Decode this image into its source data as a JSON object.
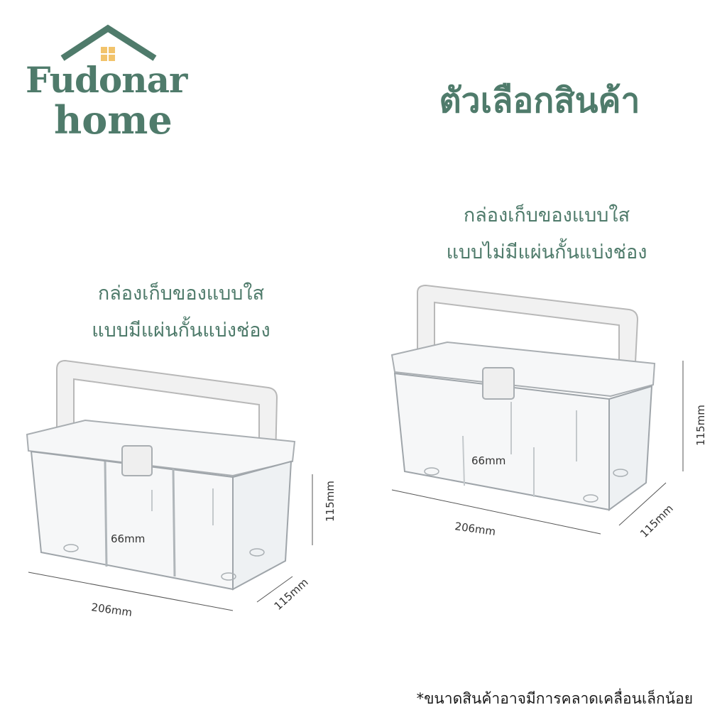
{
  "brand": {
    "line1": "Fudonar",
    "line2": "home"
  },
  "title": "ตัวเลือกสินค้า",
  "products": [
    {
      "caption_line1": "กล่องเก็บของแบบใส",
      "caption_line2": "แบบมีแผ่นกั้นแบ่งช่อง",
      "height_label": "115mm",
      "width_label": "206mm",
      "depth_label": "115mm",
      "inner_label": "66mm"
    },
    {
      "caption_line1": "กล่องเก็บของแบบใส",
      "caption_line2": "แบบไม่มีแผ่นกั้นแบ่งช่อง",
      "height_label": "115mm",
      "width_label": "206mm",
      "depth_label": "115mm",
      "inner_label": "66mm"
    }
  ],
  "footnote": "*ขนาดสินค้าอาจมีการคลาดเคลื่อนเล็กน้อย",
  "colors": {
    "brand_green": "#4f7b6b",
    "window_yellow": "#f2c36b"
  }
}
